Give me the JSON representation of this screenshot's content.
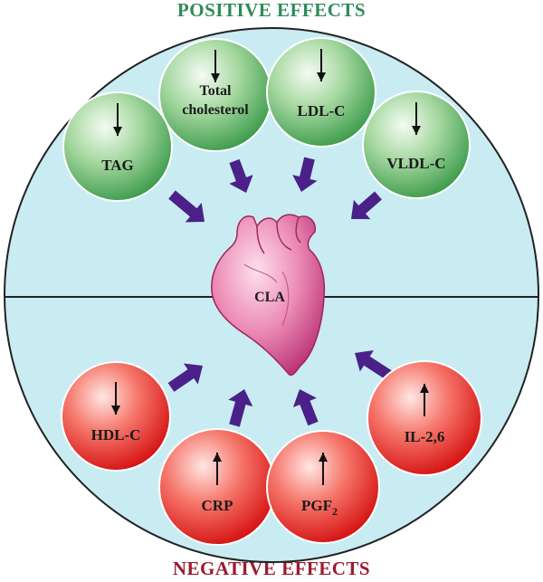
{
  "titles": {
    "positive": "POSITIVE EFFECTS",
    "negative": "NEGATIVE EFFECTS"
  },
  "center": {
    "label": "CLA"
  },
  "positive_effects": [
    {
      "lines": [
        "TAG"
      ],
      "direction": "down"
    },
    {
      "lines": [
        "Total",
        "cholesterol"
      ],
      "direction": "down"
    },
    {
      "lines": [
        "LDL-C"
      ],
      "direction": "down"
    },
    {
      "lines": [
        "VLDL-C"
      ],
      "direction": "down"
    }
  ],
  "negative_effects": [
    {
      "lines": [
        "HDL-C"
      ],
      "direction": "down"
    },
    {
      "lines": [
        "CRP"
      ],
      "direction": "up"
    },
    {
      "lines": [
        "PGF",
        "2"
      ],
      "direction": "up",
      "subscript": true
    },
    {
      "lines": [
        "IL-2,6"
      ],
      "direction": "up"
    }
  ],
  "colors": {
    "background": "#c9ecf2",
    "positive": "#3f9e4f",
    "negative": "#e01919",
    "arrow": "#4b2189",
    "heart": "#d44d8e",
    "positive_title": "#2e8b57",
    "negative_title": "#9b1b30"
  }
}
